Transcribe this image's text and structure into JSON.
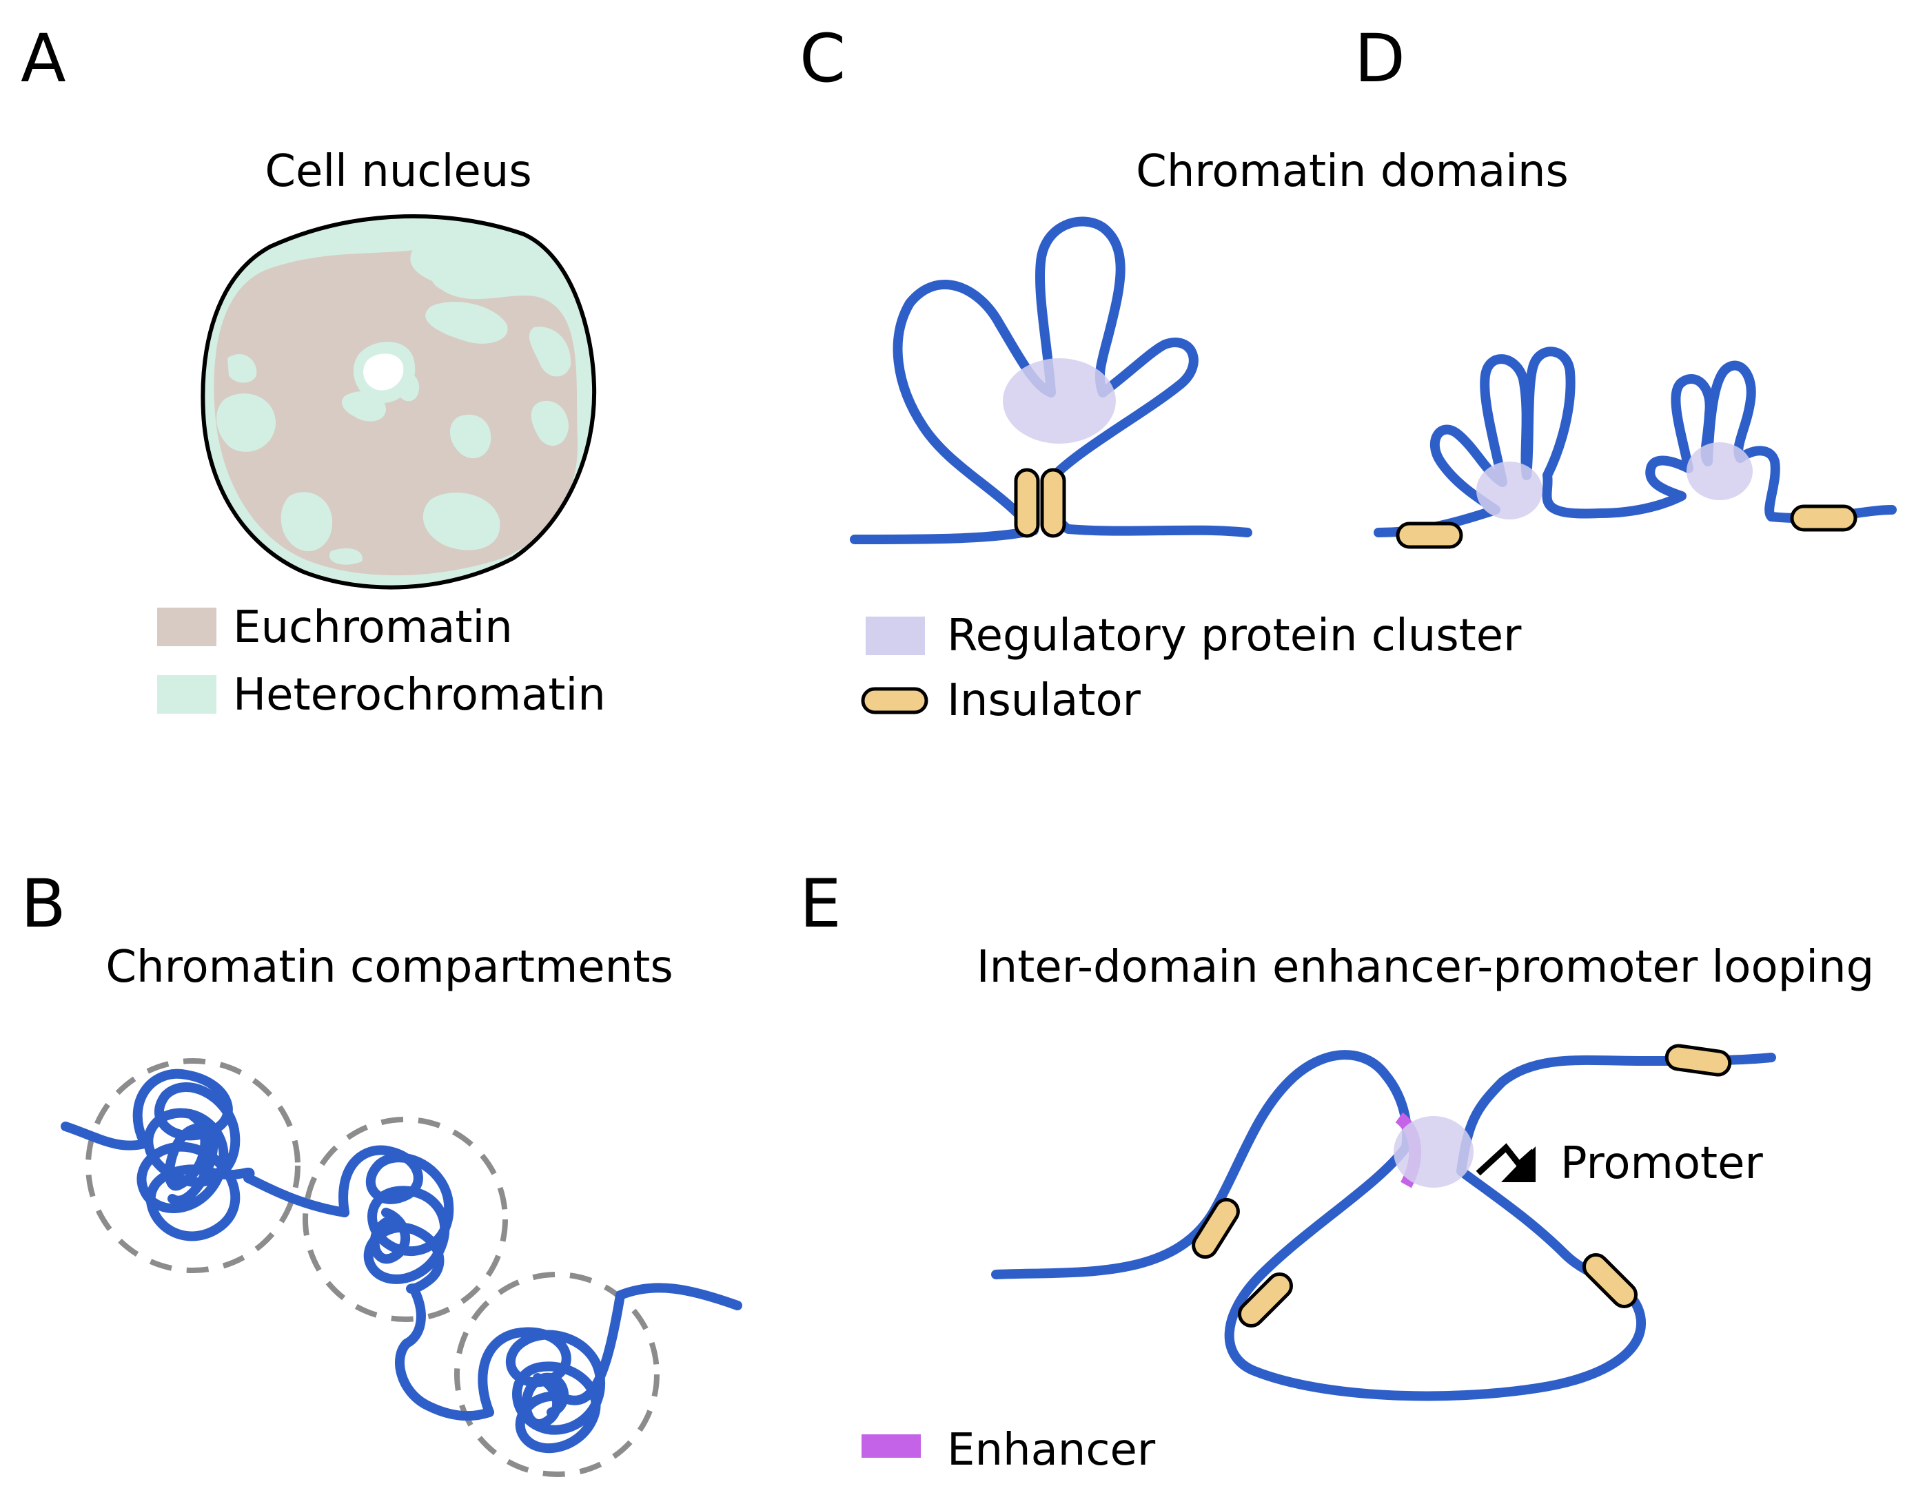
{
  "colors": {
    "dna": "#2e5fc9",
    "euchromatin": "#d8cbc3",
    "heterochromatin": "#d3efe3",
    "regulatory_cluster": "#d3cfee",
    "insulator": "#f1cf8a",
    "enhancer": "#c463e8",
    "compartment_circle": "#8c8c8c"
  },
  "panels": {
    "A": {
      "letter": "A",
      "title": "Cell nucleus",
      "legend": [
        {
          "label": "Euchromatin",
          "icon": "euchromatin-swatch"
        },
        {
          "label": "Heterochromatin",
          "icon": "heterochromatin-swatch"
        }
      ]
    },
    "B": {
      "letter": "B",
      "title": "Chromatin compartments"
    },
    "C": {
      "letter": "C"
    },
    "D": {
      "letter": "D"
    },
    "CD": {
      "title": "Chromatin domains",
      "legend": [
        {
          "label": "Regulatory protein cluster",
          "icon": "regulatory-cluster-swatch"
        },
        {
          "label": "Insulator",
          "icon": "insulator-swatch"
        }
      ]
    },
    "E": {
      "letter": "E",
      "title": "Inter-domain enhancer-promoter looping",
      "promoter_label": "Promoter",
      "legend": [
        {
          "label": "Enhancer",
          "icon": "enhancer-swatch"
        }
      ]
    }
  }
}
